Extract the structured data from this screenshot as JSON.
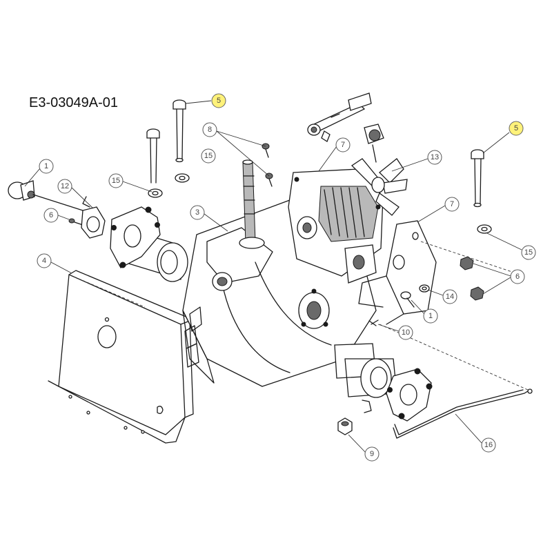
{
  "diagram": {
    "drawing_code": "E3-03049A-01",
    "callouts": [
      {
        "id": "c5a",
        "label": "5",
        "highlight": true
      },
      {
        "id": "c5b",
        "label": "5",
        "highlight": true
      },
      {
        "id": "c8",
        "label": "8",
        "highlight": false
      },
      {
        "id": "c15a",
        "label": "15",
        "highlight": false
      },
      {
        "id": "c15b",
        "label": "15",
        "highlight": false
      },
      {
        "id": "c15c",
        "label": "15",
        "highlight": false
      },
      {
        "id": "c1a",
        "label": "1",
        "highlight": false
      },
      {
        "id": "c12",
        "label": "12",
        "highlight": false
      },
      {
        "id": "c6a",
        "label": "6",
        "highlight": false
      },
      {
        "id": "c3",
        "label": "3",
        "highlight": false
      },
      {
        "id": "c4",
        "label": "4",
        "highlight": false
      },
      {
        "id": "c7a",
        "label": "7",
        "highlight": false
      },
      {
        "id": "c13",
        "label": "13",
        "highlight": false
      },
      {
        "id": "c7b",
        "label": "7",
        "highlight": false
      },
      {
        "id": "c6b",
        "label": "6",
        "highlight": false
      },
      {
        "id": "c14",
        "label": "14",
        "highlight": false
      },
      {
        "id": "c1b",
        "label": "1",
        "highlight": false
      },
      {
        "id": "c10",
        "label": "10",
        "highlight": false
      },
      {
        "id": "c9",
        "label": "9",
        "highlight": false
      },
      {
        "id": "c16",
        "label": "16",
        "highlight": false
      }
    ]
  }
}
